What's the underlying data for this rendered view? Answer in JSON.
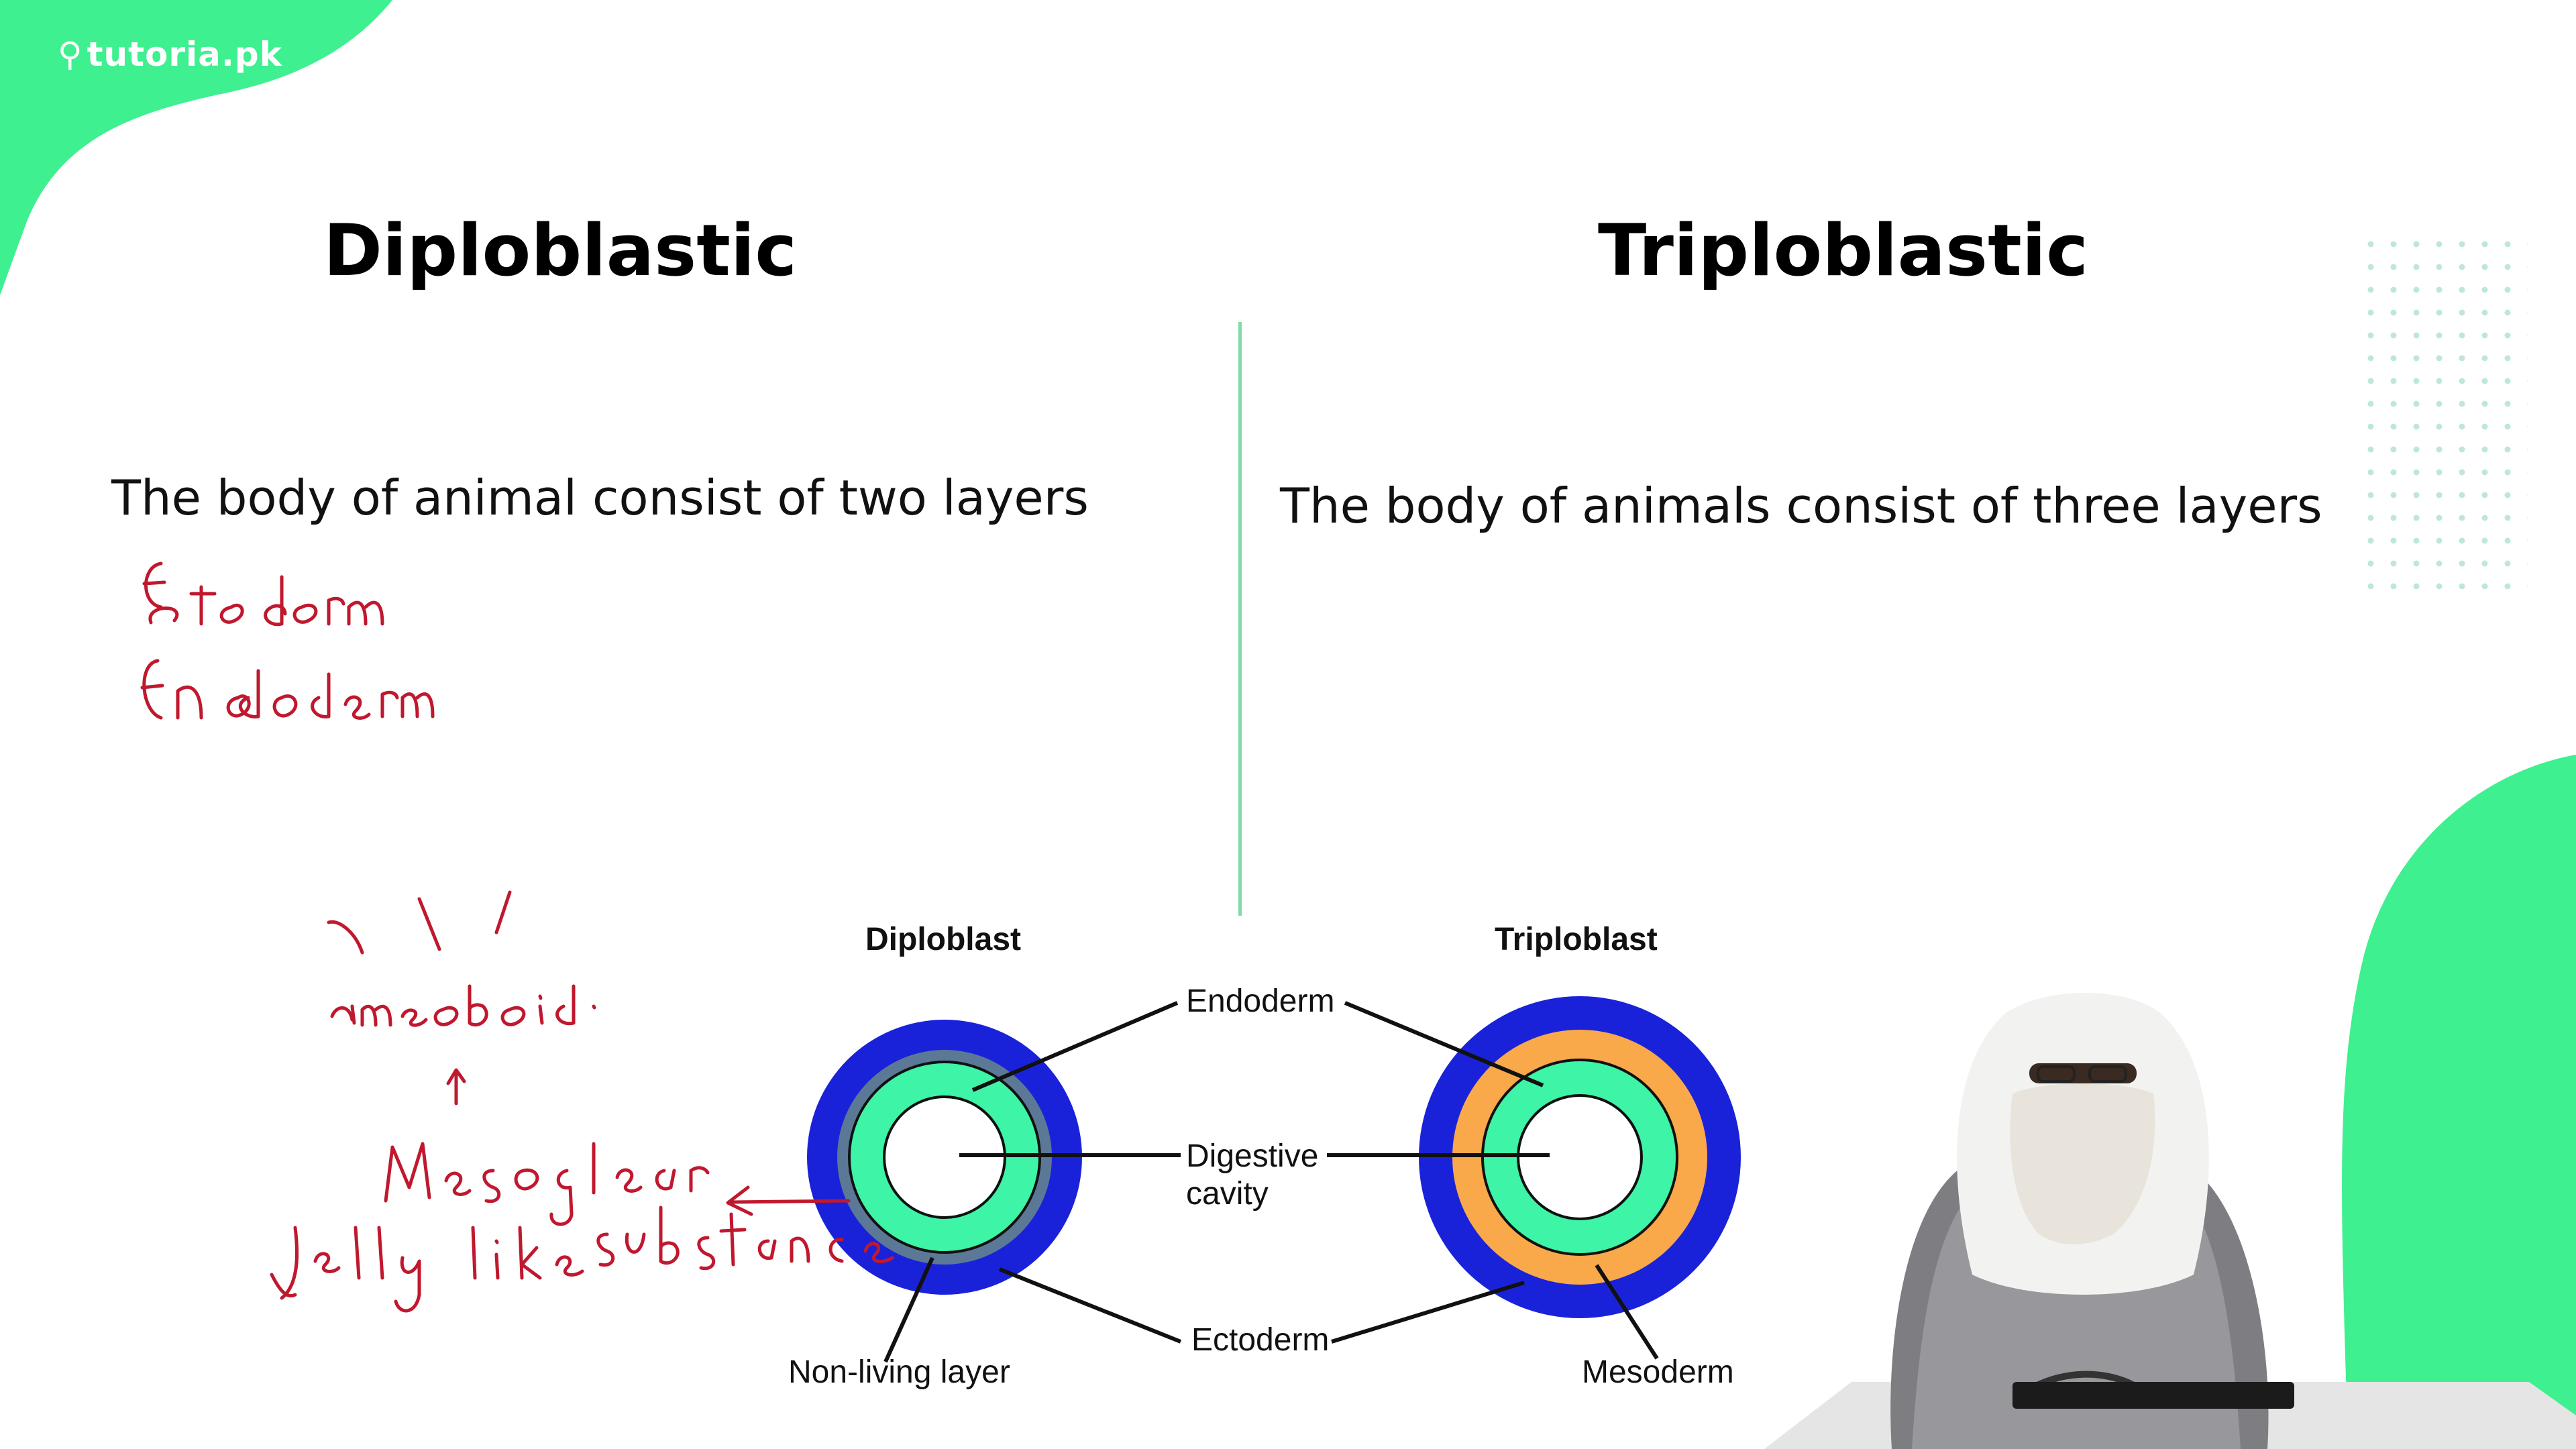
{
  "brand": {
    "logo_text": "tutoria.pk",
    "logo_icon": "running-figure-icon",
    "accent_color": "#3ef08f"
  },
  "slide": {
    "left_heading": "Diploblastic",
    "right_heading": "Triploblastic",
    "left_text": "The body of animal consist of two layers",
    "right_text": "The body of animals consist of three layers"
  },
  "diagram": {
    "diploblast_title": "Diploblast",
    "triploblast_title": "Triploblast",
    "endoderm": "Endoderm",
    "digestive_line1": "Digestive",
    "digestive_line2": "cavity",
    "ectoderm": "Ectoderm",
    "non_living": "Non-living layer",
    "mesoderm": "Mesoderm",
    "colors": {
      "ectoderm": "#1a22d9",
      "endoderm": "#3ef4a6",
      "mesoderm": "#f9a84a",
      "mesoglea": "#5b7897"
    }
  },
  "annotations": {
    "ink_color": "#c0182e",
    "notes": [
      "Ectoderm",
      "Endoderm",
      "ameoboid",
      "Mesoglear",
      "Jelly like",
      "substance"
    ]
  }
}
